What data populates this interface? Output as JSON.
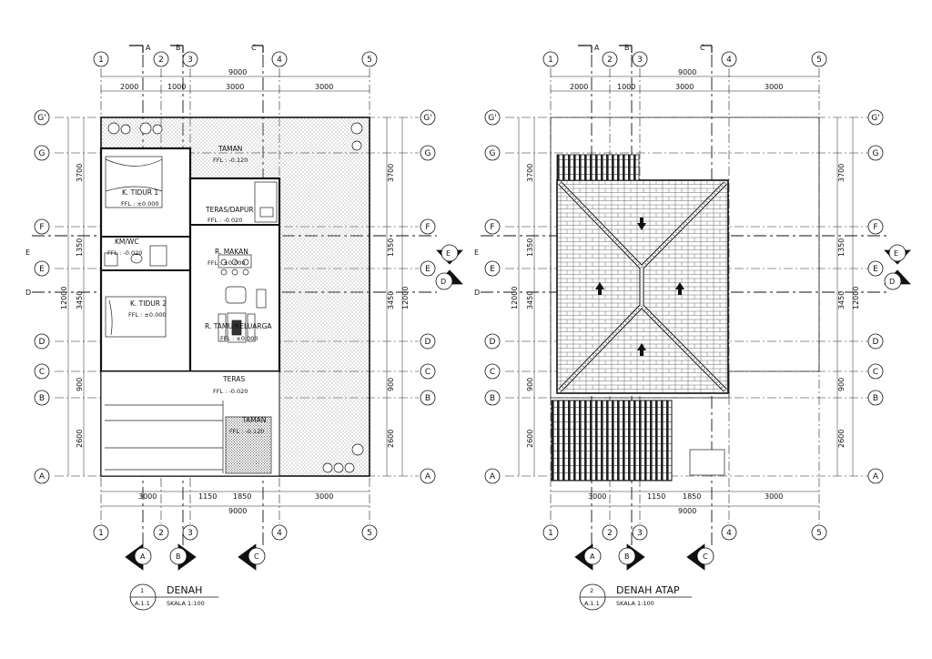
{
  "grid": {
    "cols": [
      "1",
      "2",
      "3",
      "4",
      "5"
    ],
    "rows": [
      "G'",
      "G",
      "F",
      "E",
      "D",
      "C",
      "B",
      "A"
    ]
  },
  "sections": {
    "A": "A",
    "B": "B",
    "C": "C",
    "D": "D",
    "E": "E"
  },
  "dims": {
    "top": [
      "2000",
      "1000",
      "3000",
      "3000"
    ],
    "bottom": [
      "3000",
      "1150",
      "1850",
      "3000"
    ],
    "total_width": "9000",
    "side_upper": [
      "3700",
      "1350",
      "3450"
    ],
    "side_lower": [
      "900",
      "2600"
    ],
    "total_height": "12000"
  },
  "plan1": {
    "rooms": {
      "taman_top": "TAMAN",
      "taman_top_ffl": "FFL : -0.120",
      "tidur1": "K. TIDUR 1",
      "tidur1_ffl": "FFL : ±0.000",
      "teras_dapur": "TERAS/DAPUR",
      "teras_dapur_ffl": "FFL : -0.020",
      "kmwc": "KM/WC",
      "kmwc_ffl": "FFL : -0.020",
      "makan": "R. MAKAN",
      "makan_ffl": "FFL : ±0.000",
      "tidur2": "K. TIDUR 2",
      "tidur2_ffl": "FFL : ±0.000",
      "tamu": "R. TAMU/KELUARGA",
      "tamu_ffl": "FFL : ±0.000",
      "teras": "TERAS",
      "teras_ffl": "FFL : -0.020",
      "taman_bot": "TAMAN",
      "taman_bot_ffl": "FFL : -0.120"
    },
    "title": "DENAH",
    "number": "1",
    "ref": "A.1.1",
    "scale": "SKALA   1:100"
  },
  "plan2": {
    "title": "DENAH ATAP",
    "number": "2",
    "ref": "A.1.1",
    "scale": "SKALA   1:100"
  }
}
